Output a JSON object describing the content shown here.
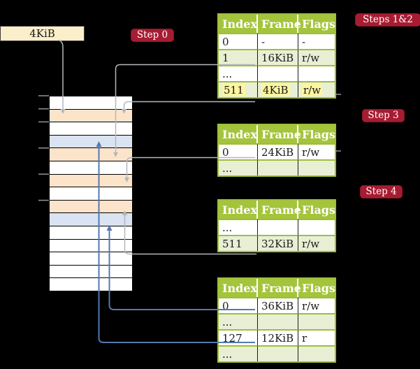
{
  "diagram": {
    "memory_label_box": "4KiB",
    "badges": {
      "step0": "Step 0",
      "steps12": "Steps 1&2",
      "step3": "Step 3",
      "step4": "Step 4"
    },
    "page_tables": [
      {
        "id": "steps-1-2",
        "headers": [
          "Index",
          "Frame",
          "Flags"
        ],
        "rows": [
          {
            "cells": [
              "0",
              "-",
              "-"
            ],
            "shaded": false,
            "highlighted": false
          },
          {
            "cells": [
              "1",
              "16KiB",
              "r/w"
            ],
            "shaded": true,
            "highlighted": false
          },
          {
            "cells": [
              "...",
              "",
              ""
            ],
            "shaded": false,
            "highlighted": false
          },
          {
            "cells": [
              "511",
              "4KiB",
              "r/w"
            ],
            "shaded": true,
            "highlighted": true
          }
        ]
      },
      {
        "id": "step-3",
        "headers": [
          "Index",
          "Frame",
          "Flags"
        ],
        "rows": [
          {
            "cells": [
              "0",
              "24KiB",
              "r/w"
            ],
            "shaded": false,
            "highlighted": false
          },
          {
            "cells": [
              "...",
              "",
              ""
            ],
            "shaded": true,
            "highlighted": false
          }
        ]
      },
      {
        "id": "step-4",
        "headers": [
          "Index",
          "Frame",
          "Flags"
        ],
        "rows": [
          {
            "cells": [
              "...",
              "",
              ""
            ],
            "shaded": false,
            "highlighted": false
          },
          {
            "cells": [
              "511",
              "32KiB",
              "r/w"
            ],
            "shaded": true,
            "highlighted": false
          }
        ]
      },
      {
        "id": "final",
        "headers": [
          "Index",
          "Frame",
          "Flags"
        ],
        "rows": [
          {
            "cells": [
              "0",
              "36KiB",
              "r/w"
            ],
            "shaded": false,
            "highlighted": false
          },
          {
            "cells": [
              "...",
              "",
              ""
            ],
            "shaded": true,
            "highlighted": false
          },
          {
            "cells": [
              "127",
              "12KiB",
              "r"
            ],
            "shaded": false,
            "highlighted": false
          },
          {
            "cells": [
              "...",
              "",
              ""
            ],
            "shaded": true,
            "highlighted": false
          }
        ]
      }
    ],
    "memory_column": {
      "row_colors": [
        "white",
        "orange",
        "white",
        "blue",
        "orange",
        "white",
        "orange",
        "white",
        "orange",
        "blue",
        "white",
        "white",
        "white",
        "white",
        "white"
      ]
    }
  },
  "colors": {
    "header_green": "#a4c43c",
    "table_border_green": "#9fbe3a",
    "row_green": "#e9efd5",
    "highlight_yellow": "#fdf5a0",
    "badge_red": "#a71c32",
    "memory_orange": "#fce4cb",
    "memory_blue": "#d9e3f1",
    "box_cream": "#fbeeca",
    "arrow_gray": "#b3b7bd",
    "arrow_blue": "#5578b0",
    "tick_gray": "#8f9499"
  }
}
